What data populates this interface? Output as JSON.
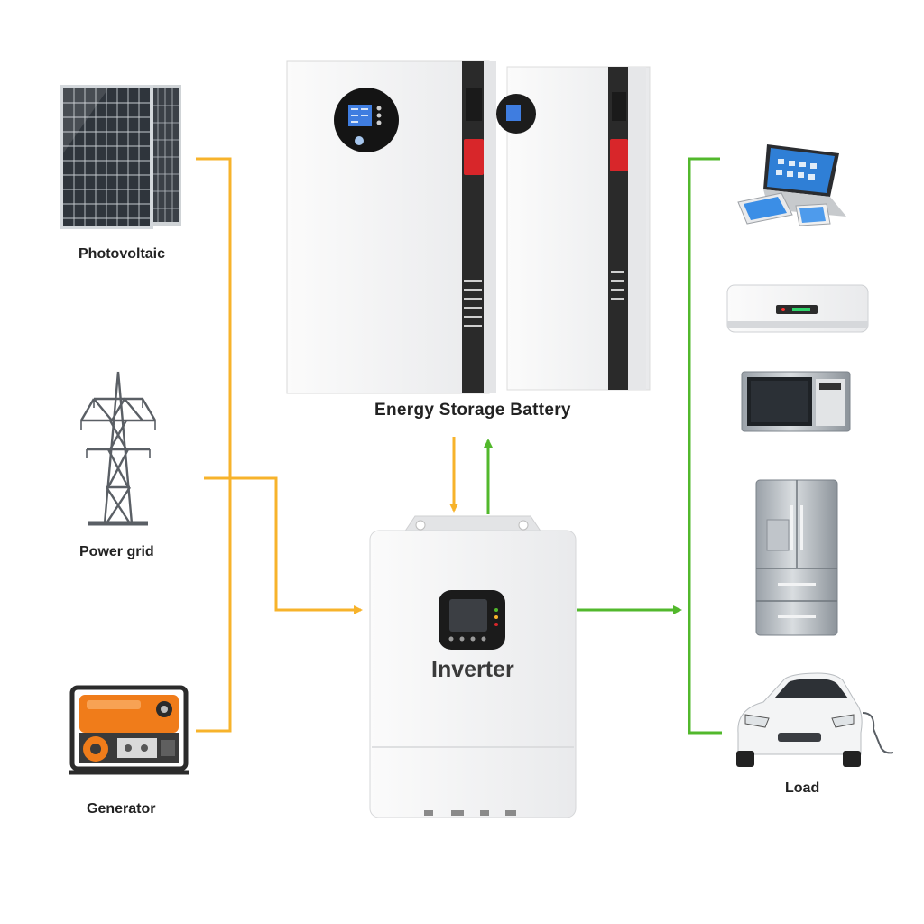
{
  "labels": {
    "photovoltaic": "Photovoltaic",
    "power_grid": "Power grid",
    "generator": "Generator",
    "battery": "Energy Storage Battery",
    "inverter": "Inverter",
    "load": "Load"
  },
  "icons": {
    "sources": [
      "solar-panel-icon",
      "transmission-tower-icon",
      "generator-icon"
    ],
    "loads": [
      "laptop-icon",
      "air-conditioner-icon",
      "microwave-icon",
      "refrigerator-icon",
      "electric-car-icon"
    ]
  },
  "colors": {
    "input_flow": "#f7b32b",
    "output_flow": "#52b82c",
    "battery_body": "#f2f2f2",
    "battery_handle": "#d8262a",
    "inverter_body": "#f4f5f7",
    "generator_orange": "#f07c1a"
  }
}
